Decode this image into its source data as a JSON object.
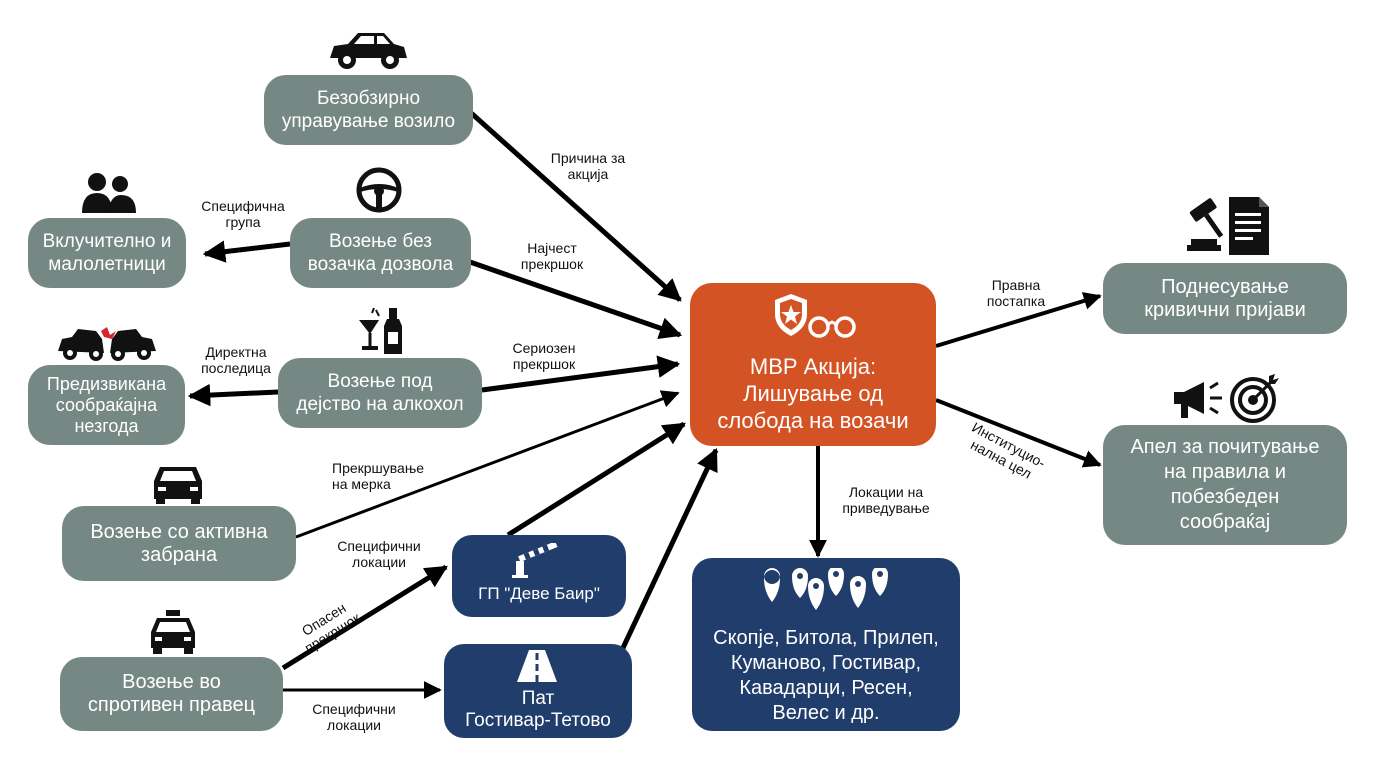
{
  "center": {
    "label": "МВР Акција:\nЛишување од\nслобода на возачи",
    "color": "#d45324"
  },
  "causes": {
    "reckless": "Безобзирно\nуправување возило",
    "no_license": "Возење без\nвозачка дозвола",
    "alcohol": "Возење под\nдејство на алкохол",
    "ban": "Возење со активна\nзабрана",
    "wrong_way": "Возење во\nспротивен правец"
  },
  "effects": {
    "minors": "Вклучително и\nмалолетници",
    "accident": "Предизвикана\nсообраќајна\nнезгода"
  },
  "locations": {
    "deve_bair": "ГП \"Деве Баир\"",
    "road": "Пат\nГостивар-Тетово",
    "cities": "Скопје, Битола, Прилеп,\nКуманово, Гостивар,\nКавадарци, Ресен,\nВелес и др."
  },
  "outcomes": {
    "charges": "Поднесување\nкривични пријави",
    "appeal": "Апел за почитување\nна правила и\nпобезбеден\nсообраќај"
  },
  "edge_labels": {
    "reason": "Причина за\nакција",
    "most_frequent": "Најчест\nпрекршок",
    "serious": "Сериозен\nпрекршок",
    "measure_violation": "Прекршување\nна мерка",
    "specific_group": "Специфична\nгрупа",
    "direct_consequence": "Директна\nпоследица",
    "specific_locations_1": "Специфични\nлокации",
    "dangerous": "Опасен\nпрекршок",
    "specific_locations_2": "Специфични\nлокации",
    "arrest_locations": "Локации на\nприведување",
    "legal_procedure": "Правна\nпостапка",
    "institutional_goal": "Институцио-\nнална цел"
  },
  "colors": {
    "gray": "#768883",
    "navy": "#213d6b",
    "orange": "#d45324",
    "arrow": "#000000"
  },
  "icons": [
    "car-icon",
    "people-icon",
    "steering-wheel-icon",
    "car-crash-icon",
    "alcohol-icon",
    "police-car-icon",
    "taxi-icon",
    "barrier-icon",
    "road-icon",
    "map-pins-icon",
    "police-badge-icon",
    "handcuffs-icon",
    "gavel-document-icon",
    "megaphone-icon",
    "target-icon"
  ]
}
